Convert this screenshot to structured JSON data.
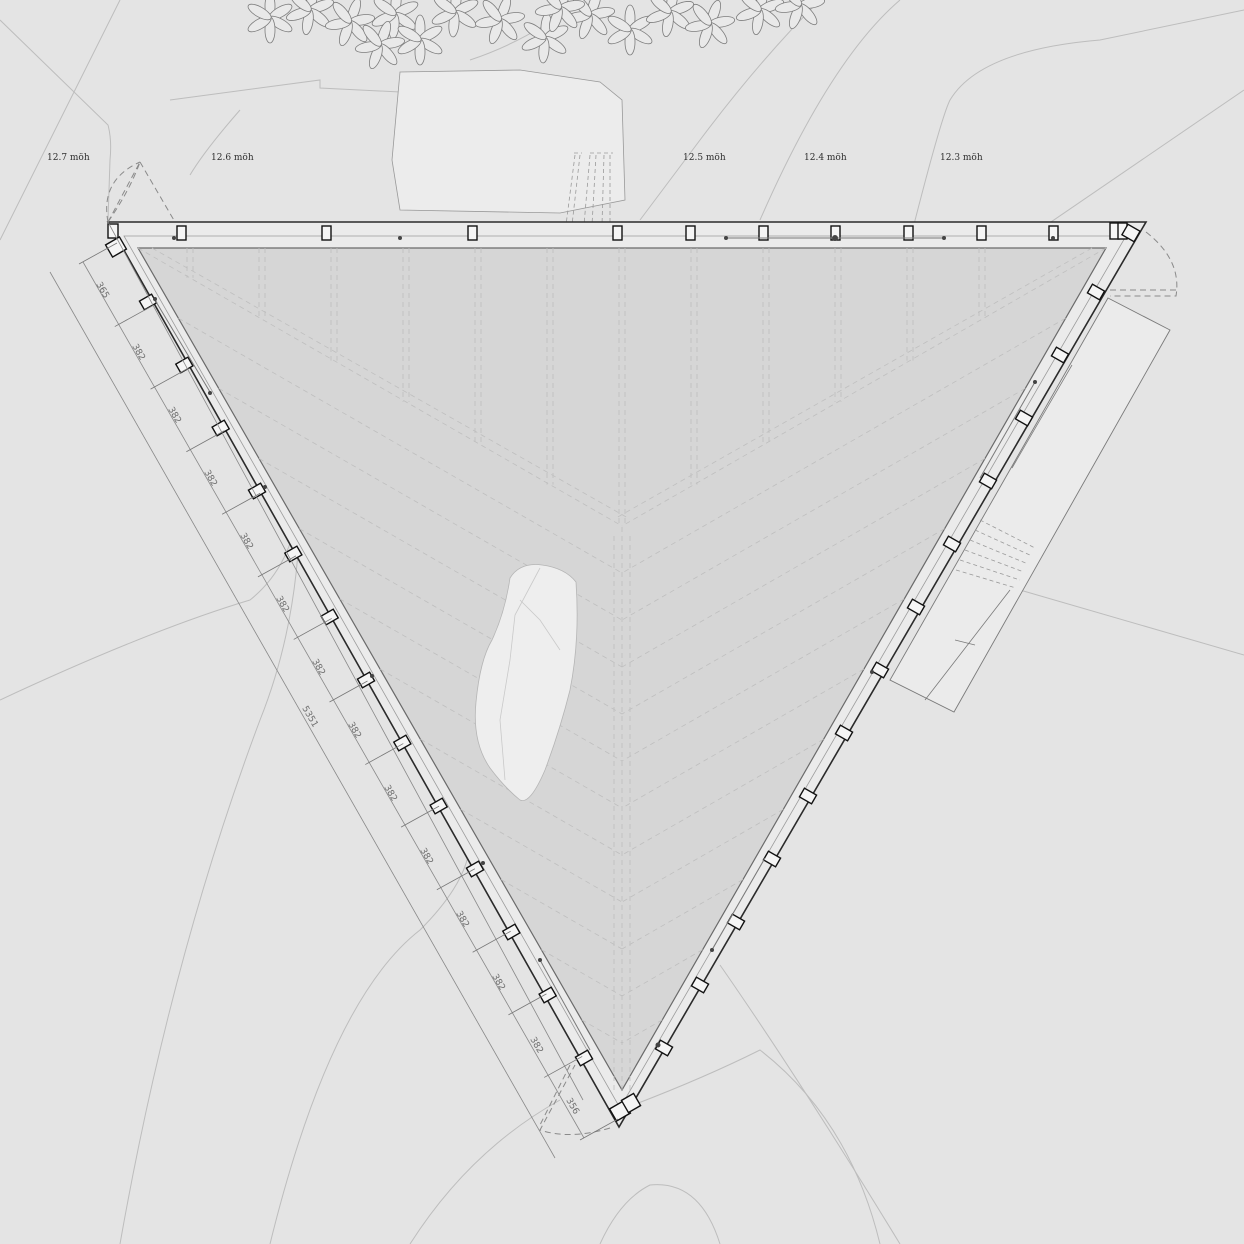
{
  "contour_labels": [
    "12.7 möh",
    "12.6 möh",
    "12.5 möh",
    "12.4 möh",
    "12.3 möh"
  ],
  "dimensions": {
    "overall": "5351",
    "segments": [
      "365",
      "382",
      "382",
      "382",
      "382",
      "382",
      "382",
      "382",
      "382",
      "382",
      "382",
      "382",
      "382",
      "356"
    ]
  },
  "colors": {
    "background": "#e4e4e4",
    "floor": "#d6d6d6",
    "wall_band": "#ebebeb",
    "rock": "#eeeeee",
    "paving": "#ececec",
    "line_dark": "#1a1a1a",
    "line_light": "#bdbdbd"
  }
}
